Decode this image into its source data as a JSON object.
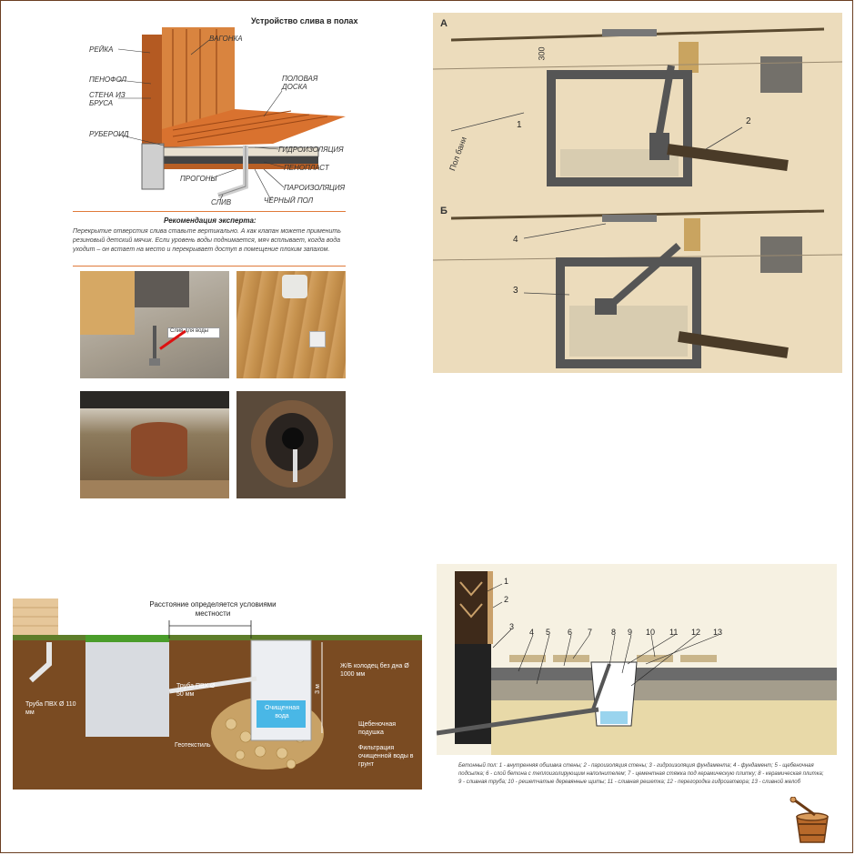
{
  "panel1": {
    "title": "Устройство слива в полах",
    "labels": {
      "reika": "РЕЙКА",
      "vagonka": "ВАГОНКА",
      "penofol": "ПЕНОФОЛ",
      "stena": "СТЕНА ИЗ БРУСА",
      "polovaya": "ПОЛОВАЯ ДОСКА",
      "ruberoid": "РУБЕРОИД",
      "gidro": "ГИДРОИЗОЛЯЦИЯ",
      "penoplast": "ПЕНОПЛАСТ",
      "progony": "ПРОГОНЫ",
      "paro": "ПАРОИЗОЛЯЦИЯ",
      "sliv": "СЛИВ",
      "cherny": "ЧЁРНЫЙ ПОЛ"
    },
    "expert_title": "Рекомендация эксперта:",
    "expert_text": "Перекрытие отверстия слива ставьте вертикально. А как клапан можете применить резиновый детский мячик. Если уровень воды поднимается, мяч всплывает, когда вода уходит – он встает на место и перекрывает доступ в помещение плохим запахом.",
    "photo_caption": "Слив для воды"
  },
  "panel2": {
    "label_a": "А",
    "label_b": "Б",
    "dim": "300",
    "floor_label": "Пол бани",
    "n1": "1",
    "n2": "2",
    "n3": "3",
    "n4": "4"
  },
  "panel3": {
    "distance": "Расстояние определяется условиями местности",
    "pipe110": "Труба ПВХ Ø 110 мм",
    "pipe50": "Труба ПВХ Ø 50 мм",
    "well": "Ж/Б колодец без дна Ø 1000 мм",
    "depth": "3 м",
    "clean_water": "Очищенная вода",
    "gravel": "Щебеночная подушка",
    "geotextile": "Геотекстиль",
    "filtration": "Фильтрация очищенной воды в грунт"
  },
  "panel4": {
    "numbers": [
      "1",
      "2",
      "3",
      "4",
      "5",
      "6",
      "7",
      "8",
      "9",
      "10",
      "11",
      "12",
      "13"
    ],
    "caption": "Бетонный пол: 1 - внутренняя обшивка стены; 2 - пароизоляция стены; 3 - гидроизоляция фундамента; 4 - фундамент; 5 - щебеночная подсыпка; 6 - слой бетона с теплоизолирующим наполнителем; 7 - цементная стяжка под керамическую плитку; 8 - керамическая плитка; 9 - сливная труба; 10 - решетчатые деревянные щиты; 11 - сливная решетка; 12 - перегородка гидрозатвора; 13 - сливной желоб"
  },
  "colors": {
    "frame": "#6b3f22",
    "wood": "#c8692a",
    "paper": "#efe2c4",
    "soil": "#7a4b22",
    "grass": "#4a9d2a",
    "water": "#49b7e6"
  }
}
